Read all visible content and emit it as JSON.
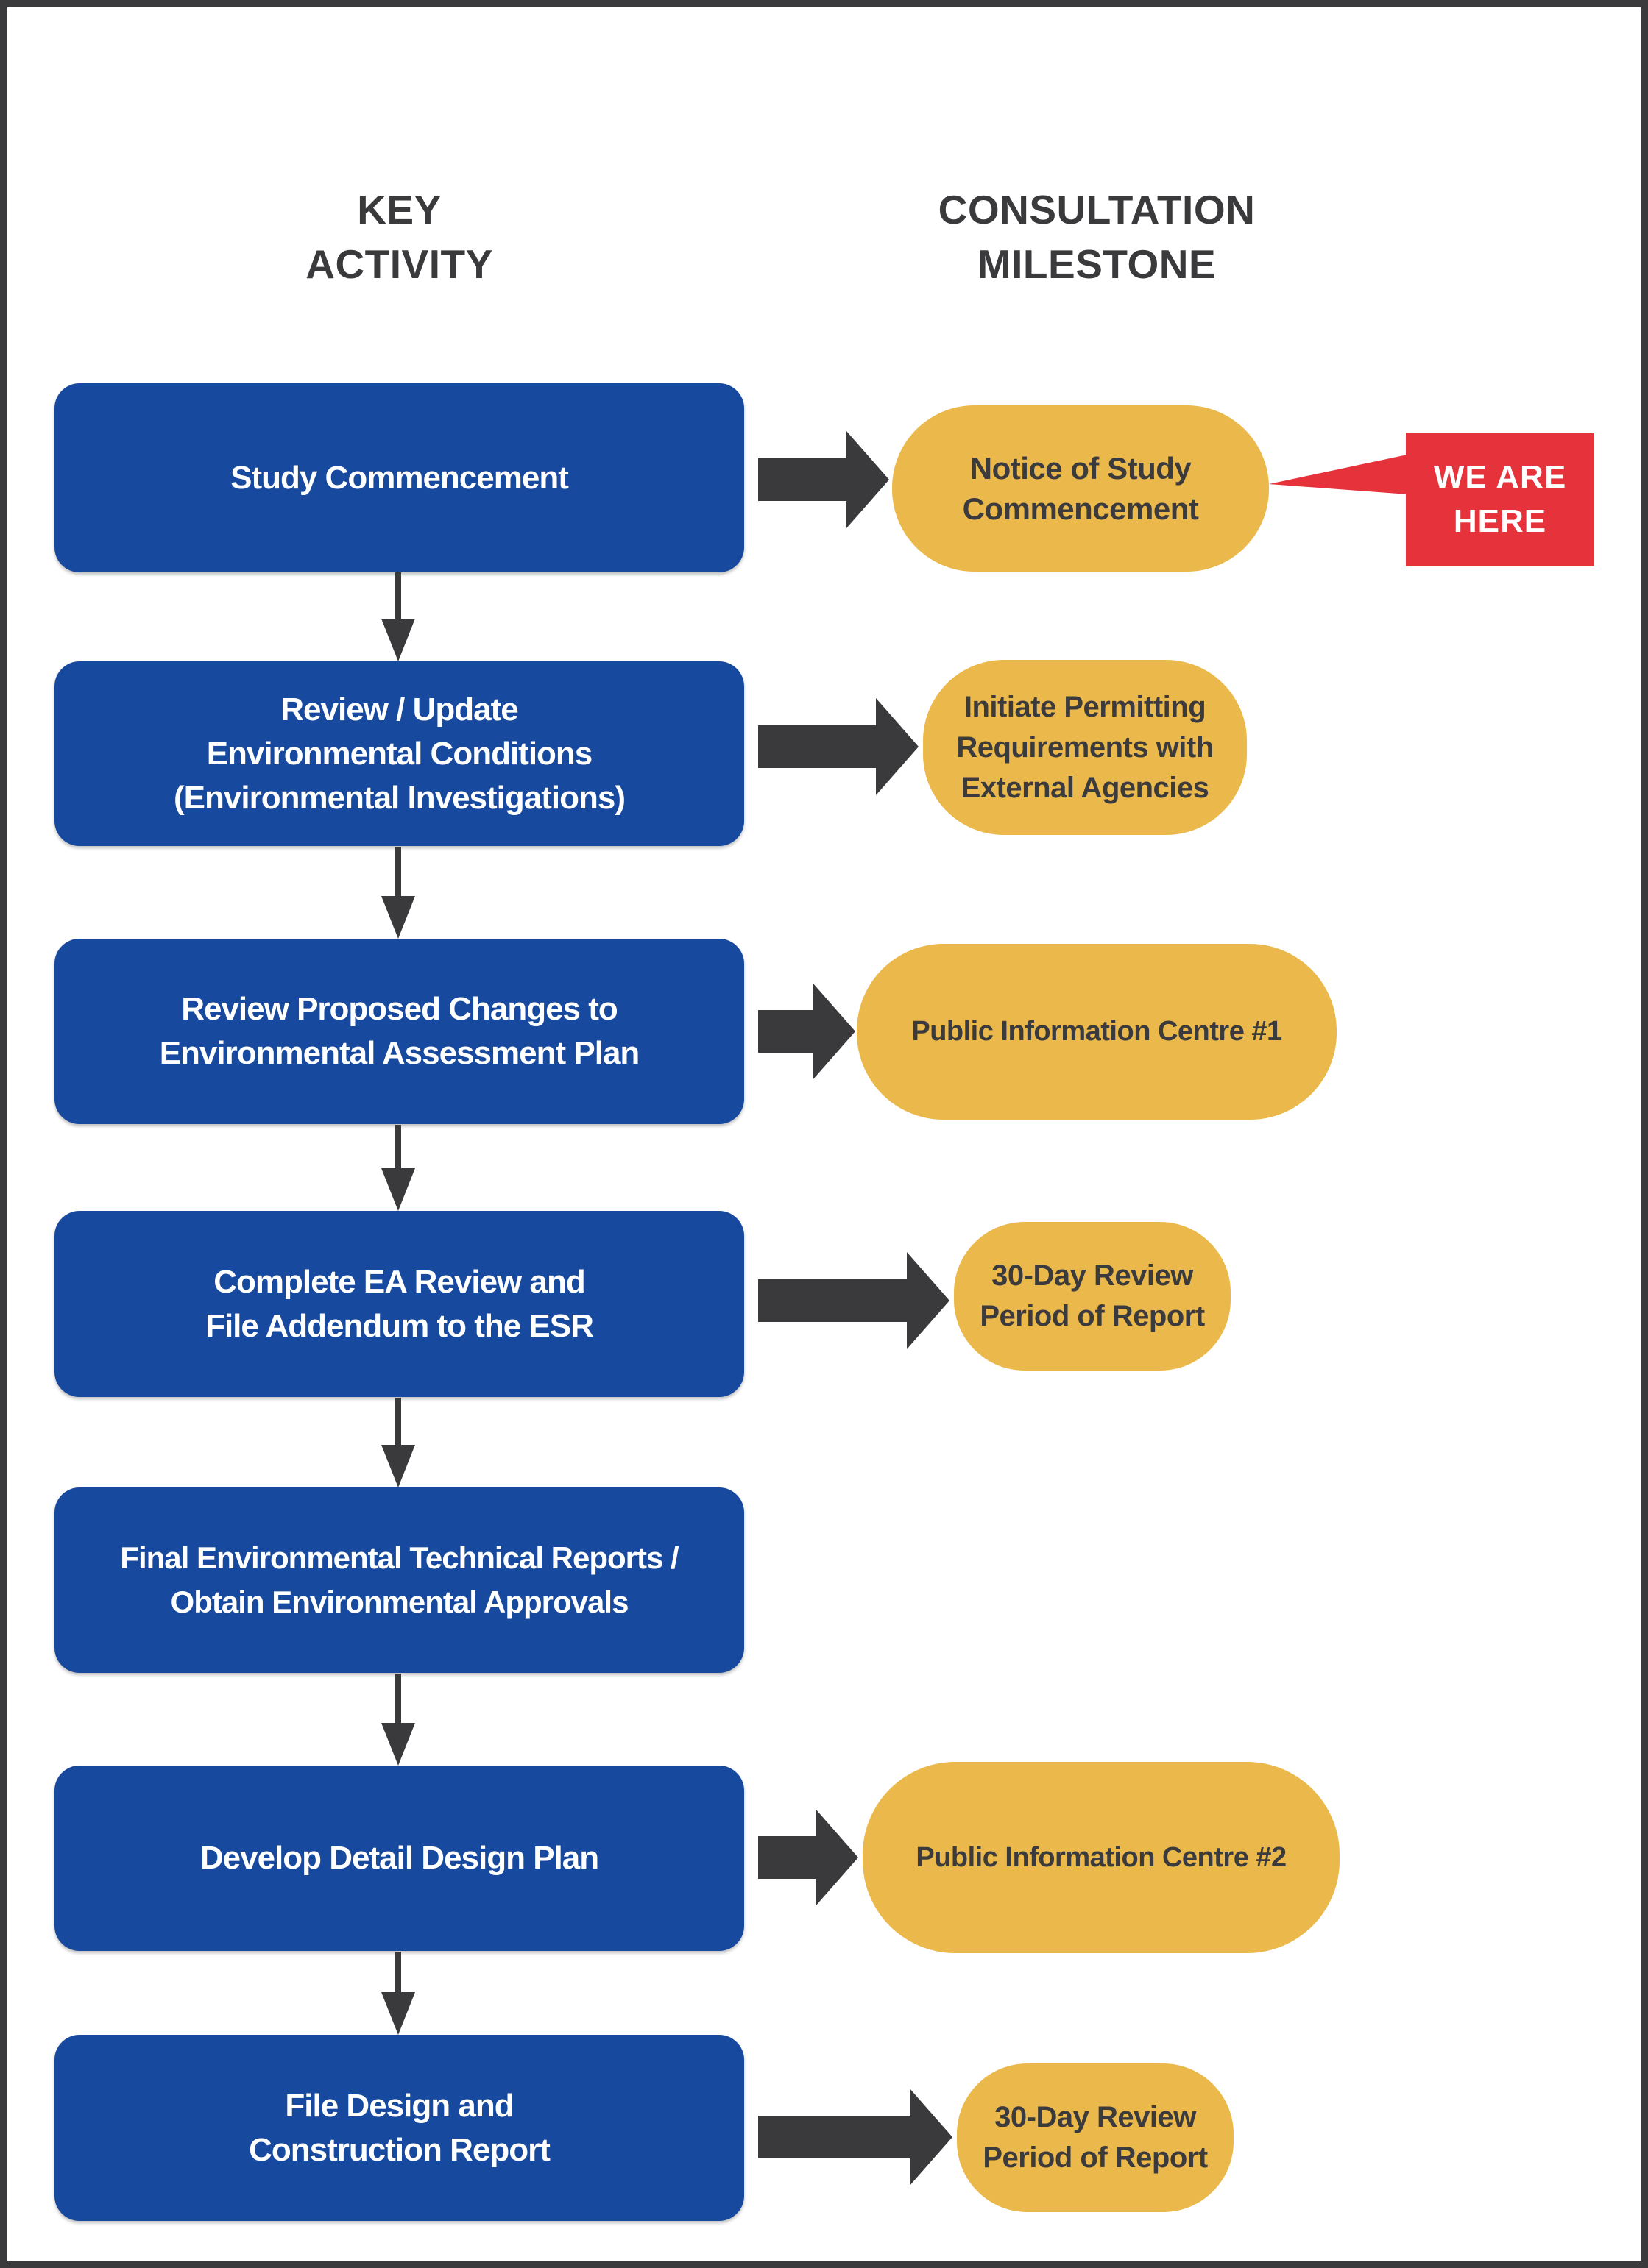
{
  "palette": {
    "blue": "#17499E",
    "yellow": "#EBB84B",
    "dark": "#3A3A3C",
    "red": "#E5323B",
    "white": "#FFFFFF"
  },
  "headers": {
    "left": "KEY\nACTIVITY",
    "right": "CONSULTATION\nMILESTONE"
  },
  "rows": [
    {
      "activity": "Study Commencement",
      "milestone": "Notice of Study\nCommencement"
    },
    {
      "activity": "Review / Update\nEnvironmental Conditions\n(Environmental Investigations)",
      "milestone": "Initiate Permitting\nRequirements with\nExternal Agencies"
    },
    {
      "activity": "Review Proposed Changes to\nEnvironmental Assessment Plan",
      "milestone": "Public Information Centre #1"
    },
    {
      "activity": "Complete EA Review and\nFile Addendum to the ESR",
      "milestone": "30-Day Review\nPeriod of Report"
    },
    {
      "activity": "Final Environmental Technical Reports /\nObtain Environmental Approvals",
      "milestone": null
    },
    {
      "activity": "Develop Detail Design Plan",
      "milestone": "Public Information Centre #2"
    },
    {
      "activity": "File Design and\nConstruction Report",
      "milestone": "30-Day Review\nPeriod of Report"
    }
  ],
  "callout": {
    "label": "WE ARE\nHERE"
  }
}
